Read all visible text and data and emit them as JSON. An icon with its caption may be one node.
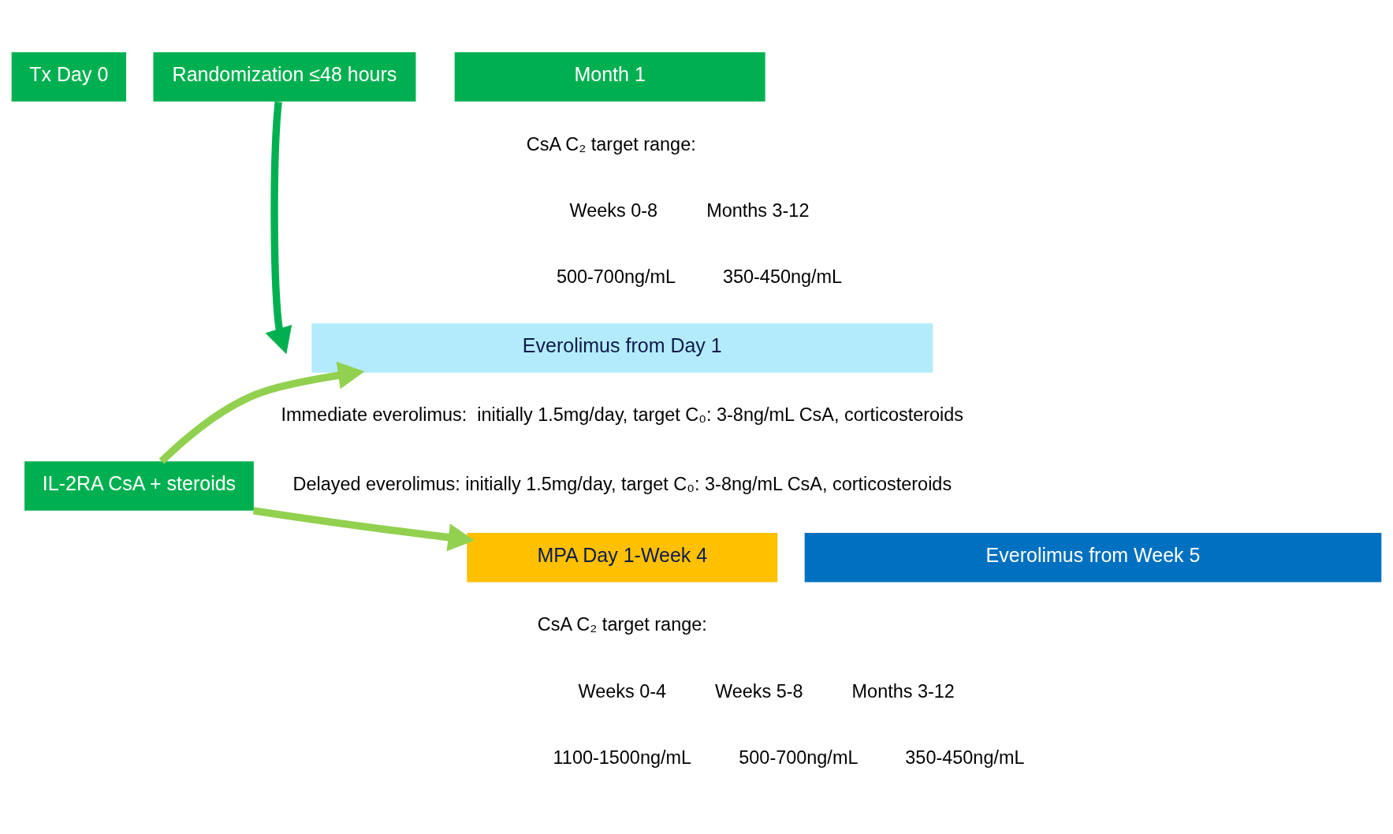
{
  "diagram": {
    "nodes": [
      {
        "text": [
          "Tx Day 0"
        ]
      },
      {
        "text": [
          "Randomization ≤48 hours"
        ]
      },
      {
        "text": [
          "Month 1"
        ]
      },
      {
        "text": [
          "IL-2RA CsA + steroids"
        ]
      },
      {
        "text": [
          "Everolimus from Day 1"
        ]
      },
      {
        "text": [
          "MPA Day 1-Week 4"
        ]
      },
      {
        "text": [
          "Everolimus from Week 5"
        ]
      }
    ],
    "edges": [
      {
        "from": 1,
        "to": null,
        "arrow": "to",
        "color": "#00b050"
      },
      {
        "from": 3,
        "to": 4,
        "arrow": "to"
      },
      {
        "from": 3,
        "to": 5,
        "arrow": "to"
      }
    ],
    "labels": [
      "CsA C₂ target range:",
      "Weeks 0-8",
      "Months 3-12",
      "500-700ng/mL",
      "350-450ng/mL",
      "Immediate everolimus:  initially 1.5mg/day, target C₀: 3-8ng/mL CsA, corticosteroids",
      "Delayed everolimus: initially 1.5mg/day, target C₀: 3-8ng/mL CsA, corticosteroids",
      "CsA C₂ target range:",
      "Weeks 0-4",
      "Weeks 5-8",
      "Months 3-12",
      "1100-1500ng/mL",
      "500-700ng/mL",
      "350-450ng/mL"
    ]
  }
}
